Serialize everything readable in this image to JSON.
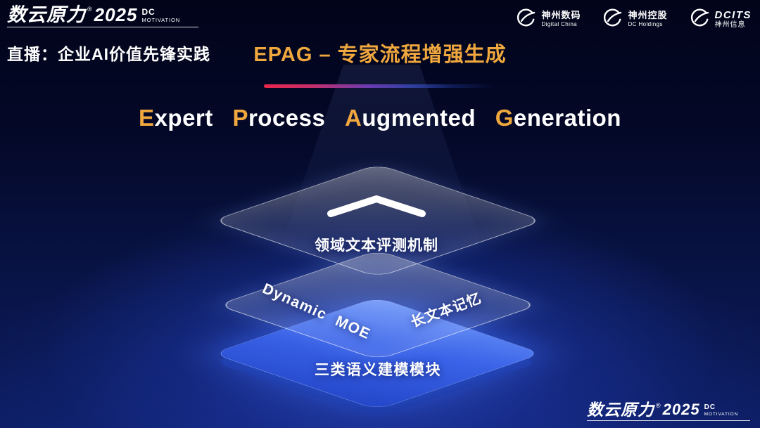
{
  "colors": {
    "background_top": "#02041a",
    "background_bottom_glow": "#2a4ed0",
    "gold_accent": "#efa73e",
    "divider_red": "#e8274b",
    "divider_blue": "#2e3f9e",
    "bottom_layer_blue": "#3a63e8",
    "glass_layer": "rgba(255,255,255,0.3)"
  },
  "header": {
    "brand": {
      "name": "数云原力",
      "reg": "®",
      "year": "2025",
      "dc": "DC",
      "motivation": "MOTIVATION"
    },
    "live_label": "直播：企业AI价值先锋实践",
    "partners": [
      {
        "line1": "神州数码",
        "line2": "Digital China",
        "icon": "digital-china-swoosh-logo"
      },
      {
        "line1": "神州控股",
        "line2": "DC Holdings",
        "icon": "dc-holdings-swoosh-logo"
      },
      {
        "line1": "DCITS",
        "line2": "神州信息",
        "icon": "dcits-swoosh-logo"
      }
    ]
  },
  "title": "EPAG – 专家流程增强生成",
  "subtitle": {
    "full_text": "Expert Process Augmented Generation",
    "words": [
      {
        "initial": "E",
        "rest": "xpert"
      },
      {
        "initial": "P",
        "rest": "rocess"
      },
      {
        "initial": "A",
        "rest": "ugmented"
      },
      {
        "initial": "G",
        "rest": "eneration"
      }
    ]
  },
  "diagram": {
    "type": "layered-stack",
    "top_layer_label": "领域文本评测机制",
    "top_layer_icon": "chevron-up",
    "middle_layer_left_label": "Dynamic MOE",
    "middle_layer_right_label": "长文本记忆",
    "bottom_layer_label": "三类语义建模模块"
  },
  "footer": {
    "brand": {
      "name": "数云原力",
      "reg": "®",
      "year": "2025",
      "dc": "DC",
      "motivation": "MOTIVATION"
    }
  }
}
